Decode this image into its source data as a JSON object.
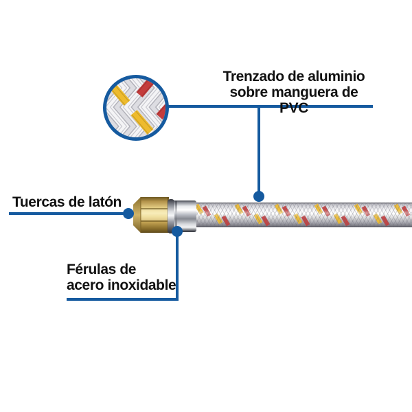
{
  "callouts": {
    "braid": {
      "line1": "Trenzado de aluminio",
      "line2": "sobre manguera de PVC"
    },
    "nut": {
      "label": "Tuercas de latón"
    },
    "ferrule": {
      "line1": "Férulas de",
      "line2": "acero inoxidable"
    }
  },
  "colors": {
    "callout_blue": "#155a9f",
    "text": "#111111",
    "background": "#ffffff",
    "brass": "#e3cc82",
    "chrome": "#c9cbd1",
    "braid_silver": "#efeff2",
    "accent_yellow": "#eebb2d",
    "accent_red": "#c43c3c"
  }
}
